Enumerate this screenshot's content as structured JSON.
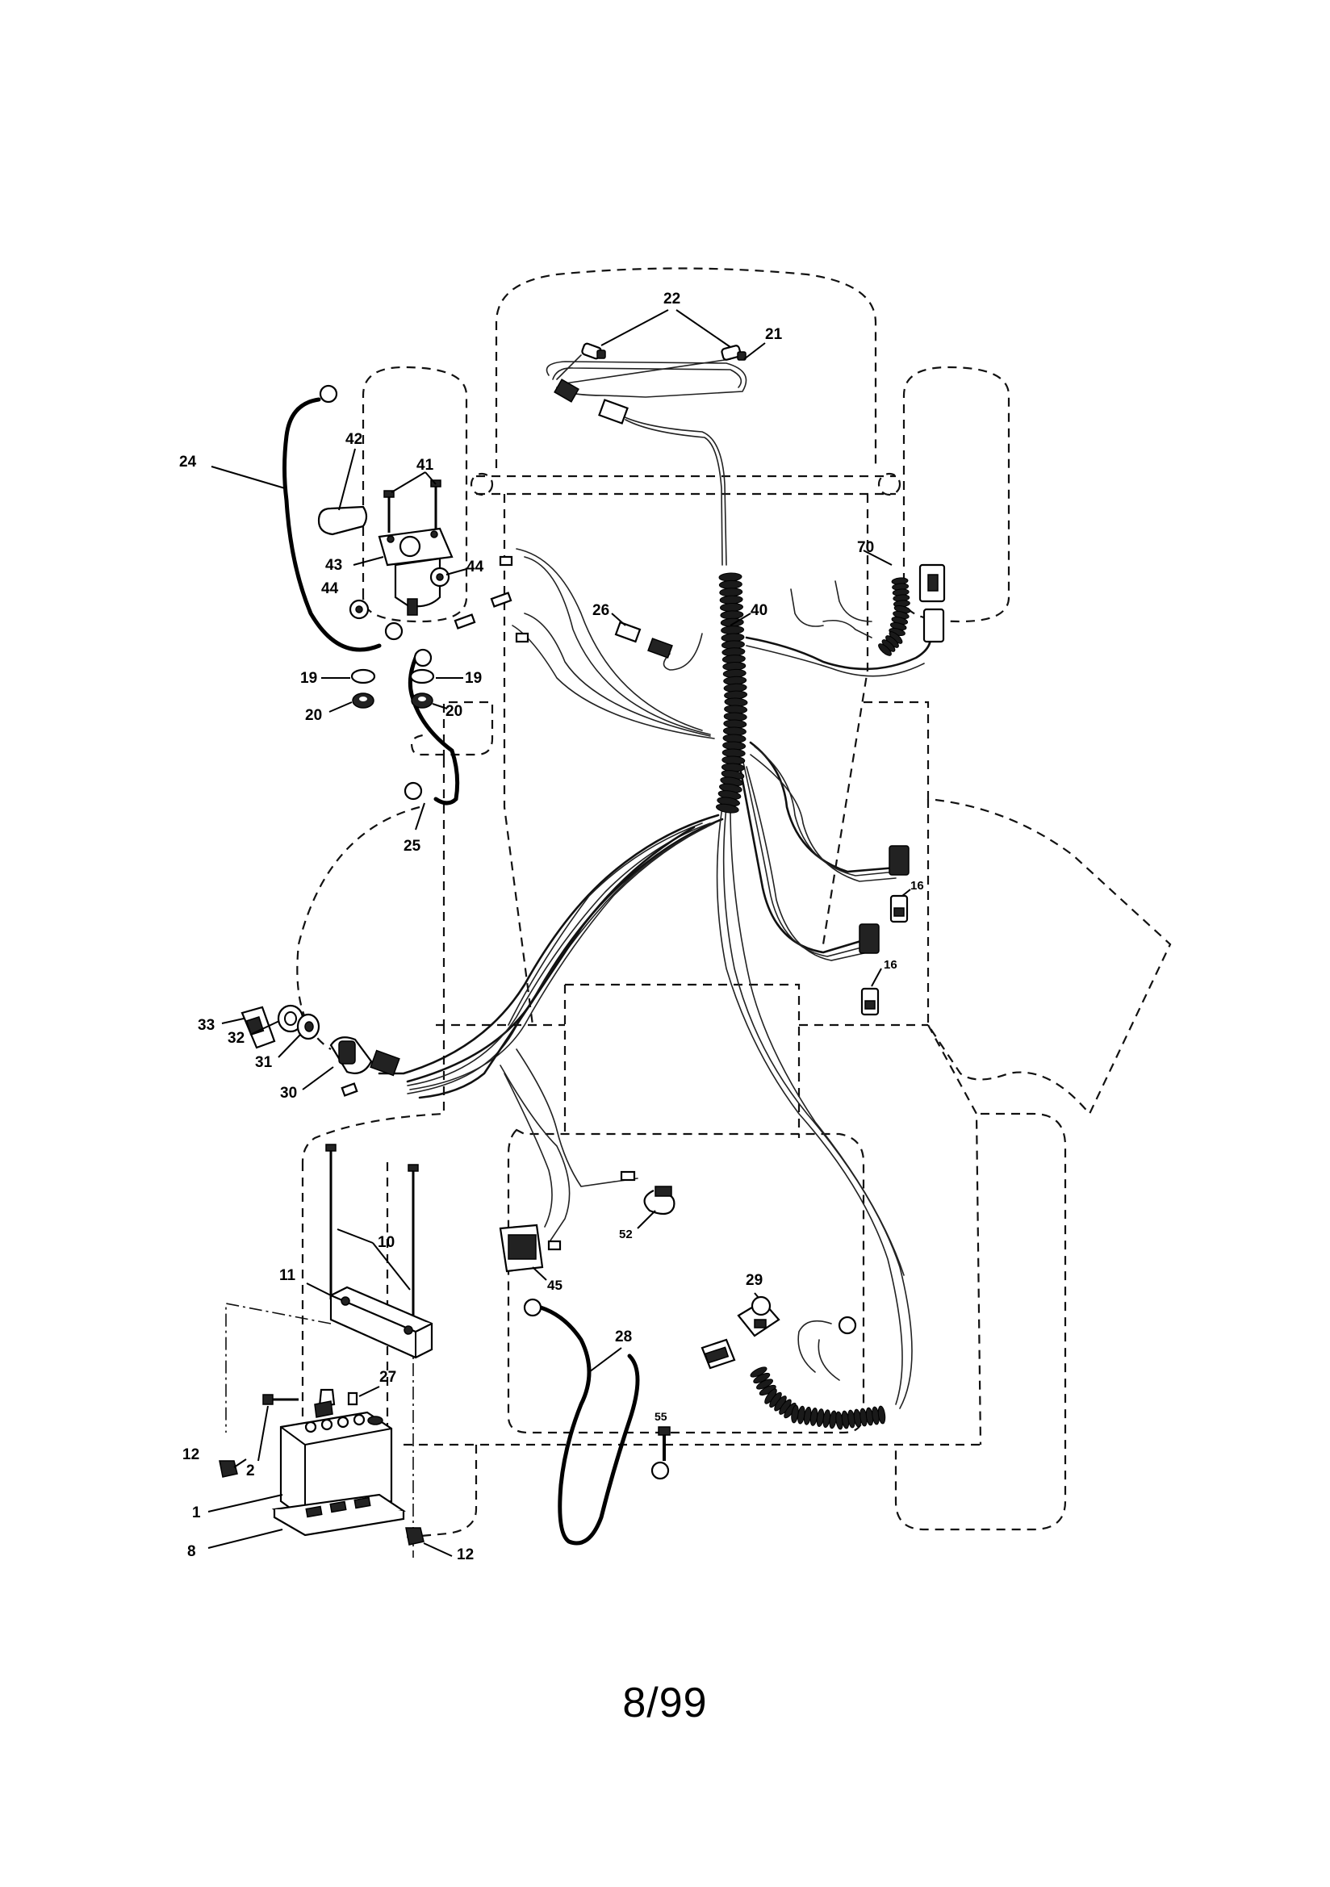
{
  "footer": {
    "page_code": "8/99"
  },
  "callouts": [
    {
      "id": "c22",
      "text": "22"
    },
    {
      "id": "c21",
      "text": "21"
    },
    {
      "id": "c24",
      "text": "24"
    },
    {
      "id": "c42",
      "text": "42"
    },
    {
      "id": "c41",
      "text": "41"
    },
    {
      "id": "c43",
      "text": "43"
    },
    {
      "id": "c44a",
      "text": "44"
    },
    {
      "id": "c44b",
      "text": "44"
    },
    {
      "id": "c70",
      "text": "70"
    },
    {
      "id": "c26",
      "text": "26"
    },
    {
      "id": "c40",
      "text": "40"
    },
    {
      "id": "c19a",
      "text": "19"
    },
    {
      "id": "c19b",
      "text": "19"
    },
    {
      "id": "c20a",
      "text": "20"
    },
    {
      "id": "c20b",
      "text": "20"
    },
    {
      "id": "c25",
      "text": "25"
    },
    {
      "id": "c16a",
      "text": "16"
    },
    {
      "id": "c16b",
      "text": "16"
    },
    {
      "id": "c33",
      "text": "33"
    },
    {
      "id": "c32",
      "text": "32"
    },
    {
      "id": "c31",
      "text": "31"
    },
    {
      "id": "c30",
      "text": "30"
    },
    {
      "id": "c10",
      "text": "10"
    },
    {
      "id": "c11",
      "text": "11"
    },
    {
      "id": "c52",
      "text": "52"
    },
    {
      "id": "c45",
      "text": "45"
    },
    {
      "id": "c29",
      "text": "29"
    },
    {
      "id": "c28",
      "text": "28"
    },
    {
      "id": "c27",
      "text": "27"
    },
    {
      "id": "c55",
      "text": "55"
    },
    {
      "id": "c12a",
      "text": "12"
    },
    {
      "id": "c2",
      "text": "2"
    },
    {
      "id": "c1",
      "text": "1"
    },
    {
      "id": "c8",
      "text": "8"
    },
    {
      "id": "c12b",
      "text": "12"
    }
  ]
}
